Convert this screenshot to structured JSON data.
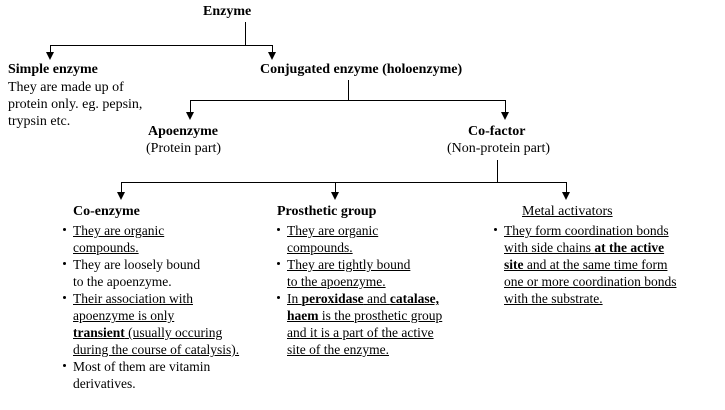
{
  "diagram": {
    "title": "Enzyme classification flowchart",
    "root": {
      "label": "Enzyme"
    },
    "level1": {
      "left": {
        "label": "Simple enzyme",
        "description_lines": [
          "They are made up of",
          "protein only. eg. pepsin,",
          "trypsin etc."
        ]
      },
      "right": {
        "label": "Conjugated enzyme (holoenzyme)"
      }
    },
    "level2": {
      "left": {
        "label": "Apoenzyme",
        "sublabel": "(Protein part)"
      },
      "right": {
        "label": "Co-factor",
        "sublabel": "(Non-protein part)"
      }
    },
    "level3": [
      {
        "header": "Co-enzyme",
        "header_style": "bold",
        "bullets": [
          {
            "lines": [
              [
                {
                  "t": "They are organic",
                  "s": "u"
                }
              ],
              [
                {
                  "t": "compounds.",
                  "s": "u"
                }
              ]
            ]
          },
          {
            "lines": [
              [
                {
                  "t": "They are loosely bound",
                  "s": ""
                }
              ],
              [
                {
                  "t": "to the apoenzyme.",
                  "s": ""
                }
              ]
            ]
          },
          {
            "lines": [
              [
                {
                  "t": "Their association with",
                  "s": "u"
                }
              ],
              [
                {
                  "t": "apoenzyme is only",
                  "s": "u"
                }
              ],
              [
                {
                  "t": "transient",
                  "s": "bu"
                },
                {
                  "t": " (usually occuring",
                  "s": "u"
                }
              ],
              [
                {
                  "t": "during the course of catalysis).",
                  "s": "u"
                }
              ]
            ]
          },
          {
            "lines": [
              [
                {
                  "t": "Most of them are vitamin",
                  "s": ""
                }
              ],
              [
                {
                  "t": "derivatives.",
                  "s": ""
                }
              ]
            ]
          }
        ]
      },
      {
        "header": "Prosthetic group",
        "header_style": "bold",
        "bullets": [
          {
            "lines": [
              [
                {
                  "t": "They are organic",
                  "s": "u"
                }
              ],
              [
                {
                  "t": "compounds.",
                  "s": "u"
                }
              ]
            ]
          },
          {
            "lines": [
              [
                {
                  "t": "They are tightly bound",
                  "s": "u"
                }
              ],
              [
                {
                  "t": "to the apoenzyme.",
                  "s": "u"
                }
              ]
            ]
          },
          {
            "lines": [
              [
                {
                  "t": "In ",
                  "s": "u"
                },
                {
                  "t": "peroxidase",
                  "s": "bu"
                },
                {
                  "t": " and ",
                  "s": "u"
                },
                {
                  "t": "catalase,",
                  "s": "bu"
                }
              ],
              [
                {
                  "t": "haem",
                  "s": "bu"
                },
                {
                  "t": " is the prosthetic group",
                  "s": "u"
                }
              ],
              [
                {
                  "t": "and it is a part of the active",
                  "s": "u"
                }
              ],
              [
                {
                  "t": "site of the enzyme.",
                  "s": "u"
                }
              ]
            ]
          }
        ]
      },
      {
        "header": "Metal activators",
        "header_style": "underline",
        "bullets": [
          {
            "lines": [
              [
                {
                  "t": "They form coordination bonds",
                  "s": "u"
                }
              ],
              [
                {
                  "t": "with side chains ",
                  "s": "u"
                },
                {
                  "t": "at the active",
                  "s": "bu"
                }
              ],
              [
                {
                  "t": "site",
                  "s": "bu"
                },
                {
                  "t": " and at the same time form",
                  "s": "u"
                }
              ],
              [
                {
                  "t": "one or more coordination bonds",
                  "s": "u"
                }
              ],
              [
                {
                  "t": "with the substrate.",
                  "s": "u"
                }
              ]
            ]
          }
        ]
      }
    ],
    "colors": {
      "line": "#000000",
      "text": "#000000",
      "background": "#ffffff"
    }
  }
}
